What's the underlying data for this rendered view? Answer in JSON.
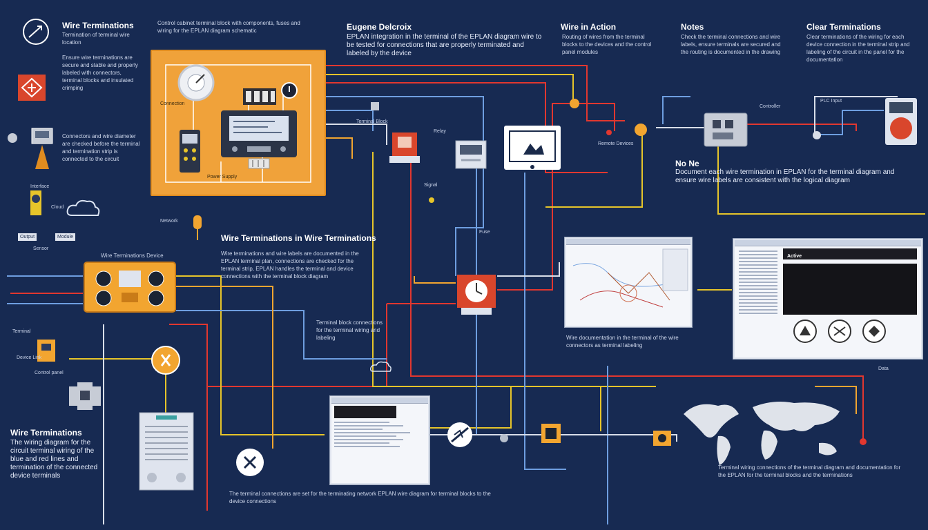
{
  "colors": {
    "background": "#172a52",
    "wire_red": "#e2372f",
    "wire_yellow": "#e7c52a",
    "wire_blue": "#6e9ee0",
    "wire_white": "#d9dee9",
    "wire_orange": "#f2a530",
    "panel_orange": "#f0a23a"
  },
  "sections": {
    "top_left_title": "Wire Terminations",
    "top_left_subtitle": "Termination of terminal wire location",
    "top_left_body": "Ensure wire terminations are secure and stable and properly labeled with connectors, terminal blocks and insulated crimping",
    "top_left_body2": "Connectors and wire diameter are checked before the terminal and termination strip is connected to the circuit",
    "top_center_note": "Control cabinet terminal block with components, fuses and wiring for the EPLAN diagram schematic",
    "eugene_title": "Eugene Delcroix",
    "eugene_body": "EPLAN integration in the terminal of the EPLAN diagram wire to be tested for connections that are properly terminated and labeled by the device",
    "action_title": "Wire in Action",
    "action_body": "Routing of wires from the terminal blocks to the devices and the control panel modules",
    "notes_title": "Notes",
    "notes_body": "Check the terminal connections and wire labels, ensure terminals are secured and the routing is documented in the drawing",
    "clear_title": "Clear Terminations",
    "clear_body": "Clear terminations of the wiring for each device connection in the terminal strip and labeling of the circuit in the panel for the documentation",
    "note_title": "No Ne",
    "note_body": "Document each wire termination in EPLAN for the terminal diagram and ensure wire labels are consistent with the logical diagram",
    "middle_title": "Wire Terminations in Wire Terminations",
    "middle_body": "Wire terminations and wire labels are documented in the EPLAN terminal plan, connections are checked for the terminal strip, EPLAN handles the terminal and device connections with the terminal block diagram",
    "middle_body2": "Terminal block connections for the terminal wiring and labeling",
    "device_label": "Wire Terminations Device",
    "bottom_left_title": "Wire Terminations",
    "bottom_left_body": "The wiring diagram for the circuit terminal wiring of the blue and red lines and termination of the connected device terminals",
    "bottom_center_body": "The terminal connections are set for the terminating network EPLAN wire diagram for terminal blocks to the device connections",
    "bottom_right_body": "Terminal wiring connections of the terminal diagram and documentation for the EPLAN for the terminal blocks and the terminations",
    "screen_caption": "Wire documentation in the terminal of the wire connectors as terminal labeling",
    "screen_app_title": "Active",
    "labels": {
      "l1": "Control panel",
      "l2": "Terminal",
      "l3": "Connection",
      "l4": "Device Link",
      "l5": "Power Supply",
      "l6": "Terminal Block",
      "l7": "Fuse",
      "l8": "Sensor",
      "l9": "Output",
      "l10": "Remote Devices",
      "l11": "Module",
      "l12": "Interface",
      "l13": "Relay",
      "l14": "Signal",
      "l15": "Controller",
      "l16": "Network",
      "l17": "Data",
      "l18": "PLC Input",
      "l19": "Cloud"
    }
  }
}
